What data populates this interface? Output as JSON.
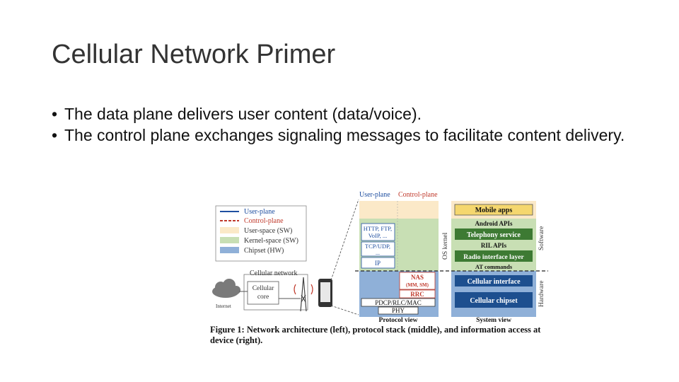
{
  "slide": {
    "title": "Cellular Network Primer",
    "bullets": [
      "The data plane delivers user content (data/voice).",
      "The control plane exchanges signaling messages to facilitate content delivery."
    ]
  },
  "figure": {
    "header": {
      "user_plane": "User-plane",
      "control_plane": "Control-plane"
    },
    "legend": [
      {
        "label": "User-plane",
        "swatch": "line",
        "color": "#1f4fa0"
      },
      {
        "label": "Control-plane",
        "swatch": "dashed",
        "color": "#c0392b"
      },
      {
        "label": "User-space (SW)",
        "swatch": "fill",
        "color": "#fbe9c8"
      },
      {
        "label": "Kernel-space (SW)",
        "swatch": "fill",
        "color": "#c8dfb4"
      },
      {
        "label": "Chipset (HW)",
        "swatch": "fill",
        "color": "#8fb0d8"
      }
    ],
    "network": {
      "cellular_network": "Cellular network",
      "cellular_core": [
        "Cellular",
        "core"
      ],
      "internet": "Internet"
    },
    "protocol_stack": {
      "http": [
        "HTTP, FTP,",
        "VoIP, ..."
      ],
      "tcp": [
        "TCP/UDP,",
        "..."
      ],
      "ip": "IP",
      "nas": [
        "NAS",
        "(MM, SM)"
      ],
      "rrc": "RRC",
      "pdcp": "PDCP/RLC/MAC",
      "phy": "PHY",
      "view_label": "Protocol view"
    },
    "system_view": {
      "mobile_apps": "Mobile apps",
      "android_apis": "Android APIs",
      "telephony_service": "Telephony service",
      "ril_apis": "RIL APIs",
      "radio_interface_layer": "Radio interface layer",
      "at_commands": "AT commands",
      "cellular_interface": "Cellular interface",
      "cellular_chipset": "Cellular chipset",
      "view_label": "System view"
    },
    "side_labels": {
      "os_kernel": "OS kernel",
      "software": "Software",
      "hardware": "Hardware"
    },
    "caption": "Figure 1: Network architecture (left), protocol stack (middle), and information access at device (right).",
    "colors": {
      "user_space": "#fbe9c8",
      "kernel_space": "#c8dfb4",
      "chipset": "#8fb0d8",
      "dark_green": "#3d7a33",
      "dark_blue": "#1d4f8f",
      "yellow": "#f5d76e",
      "control_red": "#c0392b",
      "user_blue": "#1f4fa0"
    }
  }
}
